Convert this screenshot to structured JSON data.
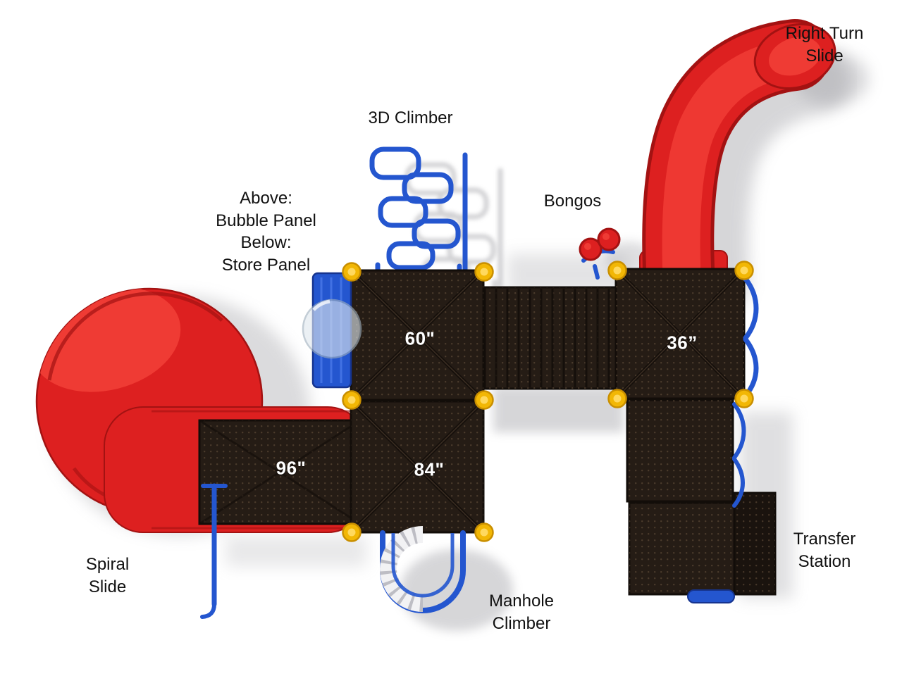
{
  "colors": {
    "background": "#ffffff",
    "slide-red": "#dd2020",
    "slide-red-light": "#ef3b34",
    "slide-red-dark": "#a31212",
    "frame-blue": "#2456cf",
    "frame-blue-dark": "#16348f",
    "deck-dark": "#251c15",
    "deck-dark-2": "#1a130e",
    "deck-dot": "#6b563f",
    "cap-yellow": "#f2b705",
    "cap-yellow-dark": "#c98f00",
    "shadow-gray": "#a6a6ab",
    "text-black": "#111111"
  },
  "annotations": {
    "right_turn_slide": "Right Turn\nSlide",
    "climber_3d": "3D Climber",
    "panel_note": "Above:\nBubble Panel\nBelow:\nStore Panel",
    "bongos": "Bongos",
    "spiral_slide": "Spiral\nSlide",
    "manhole_climber": "Manhole\nClimber",
    "transfer_station": "Transfer\nStation"
  },
  "deck_sizes": {
    "deck_60": "60\"",
    "deck_36": "36”",
    "deck_96": "96\"",
    "deck_84": "84\""
  }
}
